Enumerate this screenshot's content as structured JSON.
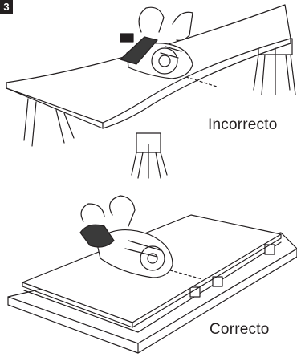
{
  "step": {
    "number": "3"
  },
  "figures": {
    "incorrect": {
      "caption": "Incorrecto"
    },
    "correct": {
      "caption": "Correcto"
    }
  }
}
